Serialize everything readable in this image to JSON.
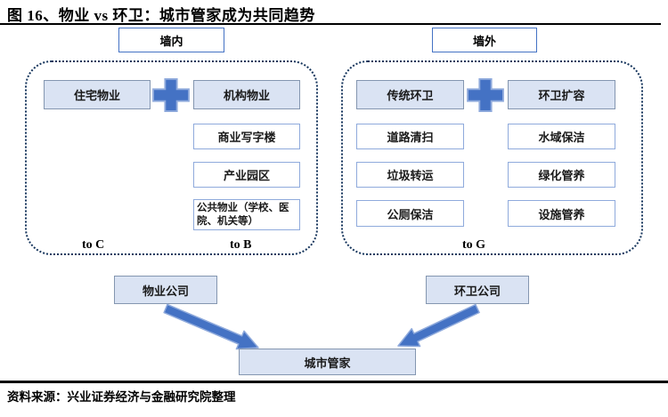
{
  "title": "图 16、物业 vs 环卫：城市管家成为共同趋势",
  "colors": {
    "accent_blue": "#4472C4",
    "light_blue_fill": "#DAE3F3",
    "blue_box_border": "#8496B0",
    "white_box_border": "#8FAADC",
    "dotted_container_border": "#17365D",
    "header_box_border": "#4472C4"
  },
  "wall_headers": {
    "inside": "墙内",
    "outside": "墙外"
  },
  "property_group": {
    "primary_left": "住宅物业",
    "plus_icon": "plus-icon",
    "primary_right": "机构物业",
    "sub_items": [
      "商业写字楼",
      "产业园区",
      "公共物业（学校、医院、机关等）"
    ],
    "label_left": "to C",
    "label_right": "to B"
  },
  "sanitation_group": {
    "primary_left": "传统环卫",
    "plus_icon": "plus-icon",
    "primary_right": "环卫扩容",
    "left_items": [
      "道路清扫",
      "垃圾转运",
      "公厕保洁"
    ],
    "right_items": [
      "水域保洁",
      "绿化管养",
      "设施管养"
    ],
    "label": "to G"
  },
  "companies": {
    "property": "物业公司",
    "sanitation": "环卫公司"
  },
  "merge_target": "城市管家",
  "source_note": "资料来源：兴业证券经济与金融研究院整理"
}
